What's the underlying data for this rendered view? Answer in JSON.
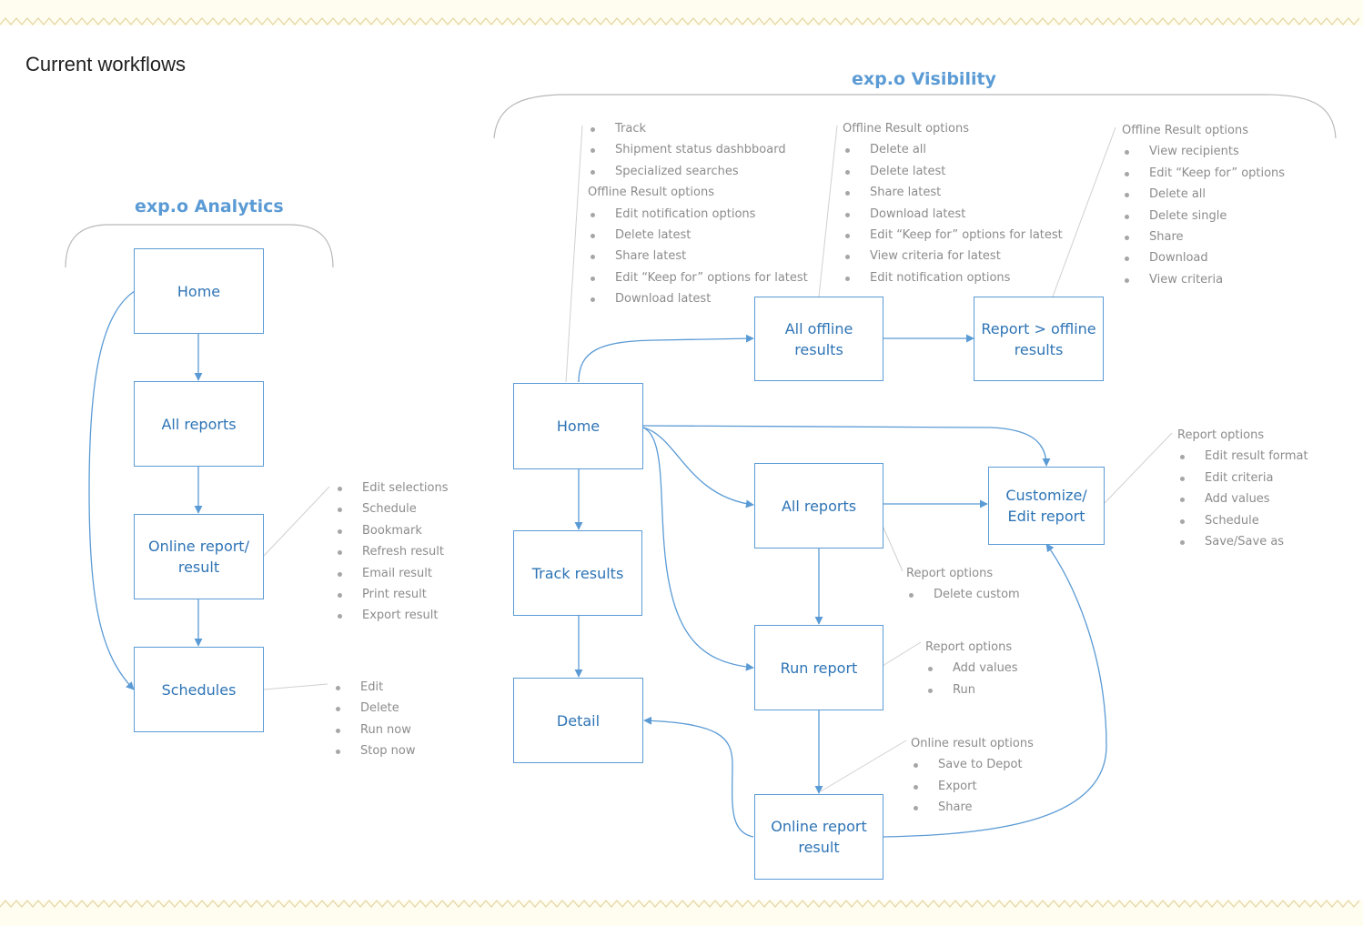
{
  "title": "Current workflows",
  "colors": {
    "accent": "#5b9bd5",
    "node_text": "#2e74b5",
    "note_text": "#8c8c8c",
    "band": "#fffdf0",
    "band_edge": "#e8d9a8"
  },
  "analytics": {
    "title": "exp.o Analytics",
    "nodes": {
      "home": "Home",
      "all_reports": "All reports",
      "online_report": "Online report/\nresult",
      "schedules": "Schedules"
    },
    "notes": {
      "online_report": [
        "Edit selections",
        "Schedule",
        "Bookmark",
        "Refresh result",
        "Email result",
        "Print result",
        "Export result"
      ],
      "schedules": [
        "Edit",
        "Delete",
        "Run now",
        "Stop now"
      ]
    }
  },
  "visibility": {
    "title": "exp.o Visibility",
    "nodes": {
      "home": "Home",
      "track_results": "Track results",
      "detail": "Detail",
      "all_offline": "All offline\nresults",
      "report_offline": "Report > offline\nresults",
      "all_reports": "All reports",
      "customize": "Customize/\nEdit report",
      "run_report": "Run report",
      "online_report": "Online report\nresult"
    },
    "notes": {
      "home": {
        "items_top": [
          "Track",
          "Shipment status dashbboard",
          "Specialized searches"
        ],
        "heading": "Offline Result options",
        "items": [
          "Edit notification options",
          "Delete latest",
          "Share latest",
          "Edit “Keep for” options for latest",
          "Download latest"
        ]
      },
      "all_offline": {
        "heading": "Offline Result options",
        "items": [
          "Delete all",
          "Delete latest",
          "Share latest",
          "Download latest",
          "Edit “Keep for” options for latest",
          "View criteria for latest",
          "Edit notification options"
        ]
      },
      "report_offline": {
        "heading": "Offline Result options",
        "items": [
          "View recipients",
          "Edit “Keep for” options",
          "Delete all",
          "Delete single",
          "Share",
          "Download",
          "View criteria"
        ]
      },
      "customize": {
        "heading": "Report options",
        "items": [
          "Edit result format",
          "Edit criteria",
          "Add values",
          "Schedule",
          "Save/Save as"
        ]
      },
      "all_reports": {
        "heading": "Report options",
        "items": [
          "Delete custom"
        ]
      },
      "run_report": {
        "heading": "Report options",
        "items": [
          "Add values",
          "Run"
        ]
      },
      "online_report": {
        "heading": "Online result options",
        "items": [
          "Save to Depot",
          "Export",
          "Share"
        ]
      }
    }
  }
}
